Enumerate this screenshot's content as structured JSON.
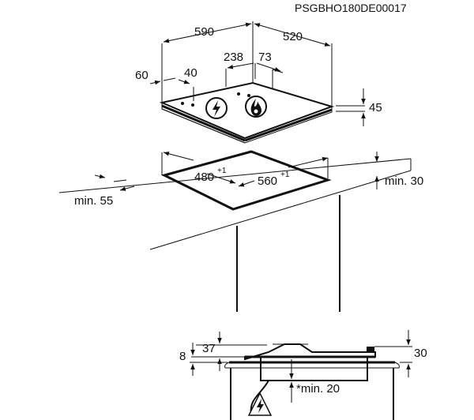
{
  "drawing_code": "PSGBHO180DE00017",
  "hob_dimensions": {
    "width": "590",
    "depth": "520",
    "offset_left": "60",
    "offset_front": "40",
    "control_span": "238",
    "control_offset": "73",
    "height": "45"
  },
  "cutout": {
    "depth": "480",
    "depth_tolerance": "+1",
    "width": "560",
    "width_tolerance": "+1",
    "min_rear": "min. 30",
    "min_front": "min. 55"
  },
  "section": {
    "top_height": "37",
    "worktop_gap": "8",
    "right_height": "30",
    "min_below": "*min. 20"
  },
  "icons": {
    "electric_symbol": "lightning-icon",
    "gas_symbol": "flame-icon",
    "warning_symbol": "warning-lightning-icon"
  }
}
